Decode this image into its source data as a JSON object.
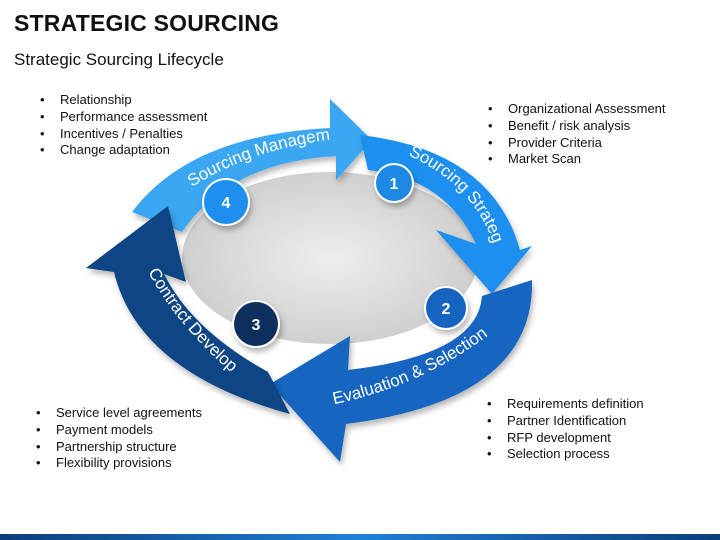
{
  "page": {
    "title": "STRATEGIC SOURCING",
    "subtitle": "Strategic Sourcing Lifecycle"
  },
  "colors": {
    "stage_1": "#1e8fef",
    "stage_2": "#1565c0",
    "stage_3": "#0d4585",
    "stage_4": "#3ba6f2",
    "center": "#d9d9d9",
    "number_badge_1": "#1e88e5",
    "number_badge_3": "#0d2f5e"
  },
  "stages": [
    {
      "number": "1",
      "label": "Sourcing Strateg",
      "bullets": [
        "Organizational Assessment",
        "Benefit / risk analysis",
        "Provider Criteria",
        "Market Scan"
      ]
    },
    {
      "number": "2",
      "label": "Evaluation & Selection",
      "bullets": [
        "Requirements definition",
        "Partner Identification",
        "RFP development",
        "Selection process"
      ]
    },
    {
      "number": "3",
      "label": "Contract Develop",
      "bullets": [
        "Service level agreements",
        "Payment models",
        "Partnership structure",
        "Flexibility provisions"
      ]
    },
    {
      "number": "4",
      "label": "Sourcing Manageme",
      "bullets": [
        "Relationship",
        "Performance assessment",
        "Incentives / Penalties",
        "Change adaptation"
      ]
    }
  ]
}
